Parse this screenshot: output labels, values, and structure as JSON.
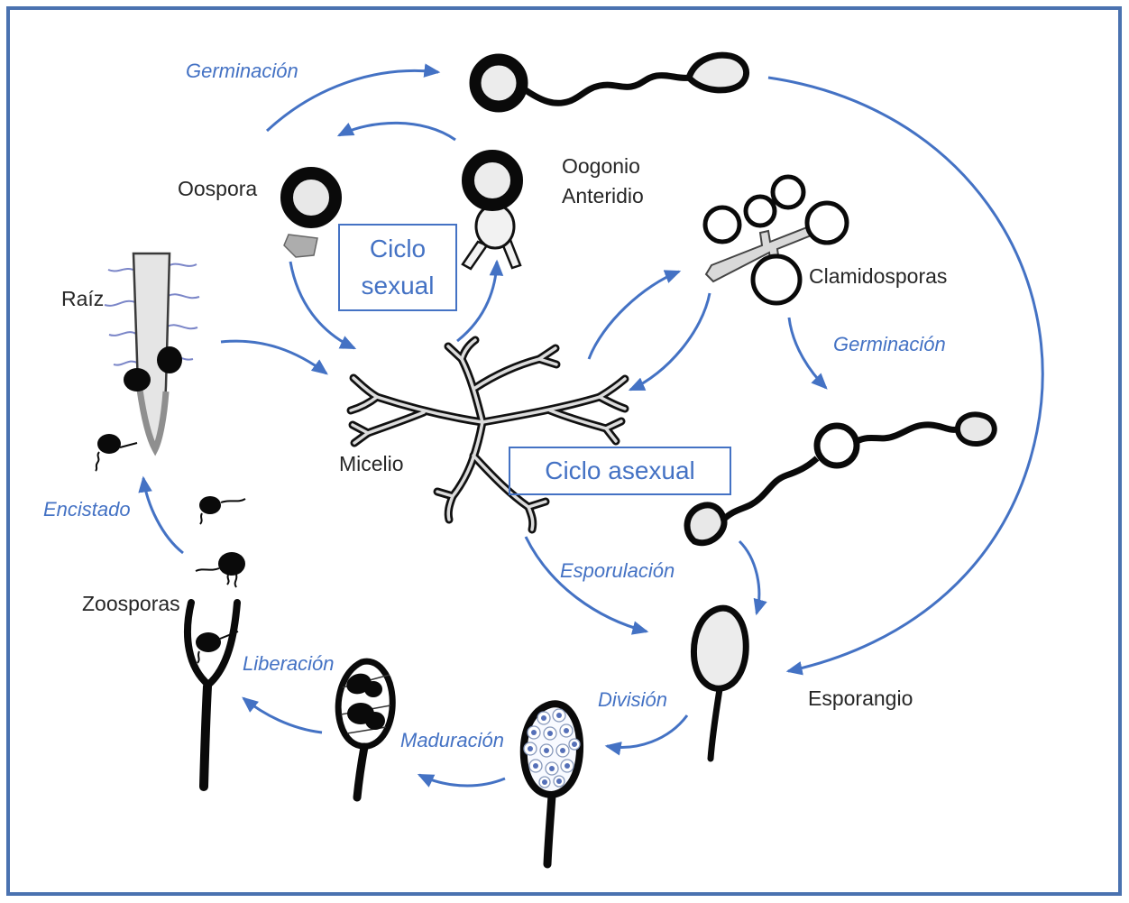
{
  "colors": {
    "accent_blue": "#4472C4",
    "frame_blue": "#4a72b0",
    "text_black": "#262626",
    "organism_gray": "#e8e8e8"
  },
  "labels": {
    "germinacion_top": "Germinación",
    "oospora": "Oospora",
    "oogonio": "Oogonio",
    "anteridio": "Anteridio",
    "ciclo_sexual": "Ciclo sexual",
    "clamidosporas": "Clamidosporas",
    "germinacion_right": "Germinación",
    "raiz": "Raíz",
    "micelio": "Micelio",
    "ciclo_asexual": "Ciclo asexual",
    "encistado": "Encistado",
    "esporulacion": "Esporulación",
    "zoosporas": "Zoosporas",
    "liberacion": "Liberación",
    "maduracion": "Maduración",
    "division": "División",
    "esporangio": "Esporangio"
  }
}
